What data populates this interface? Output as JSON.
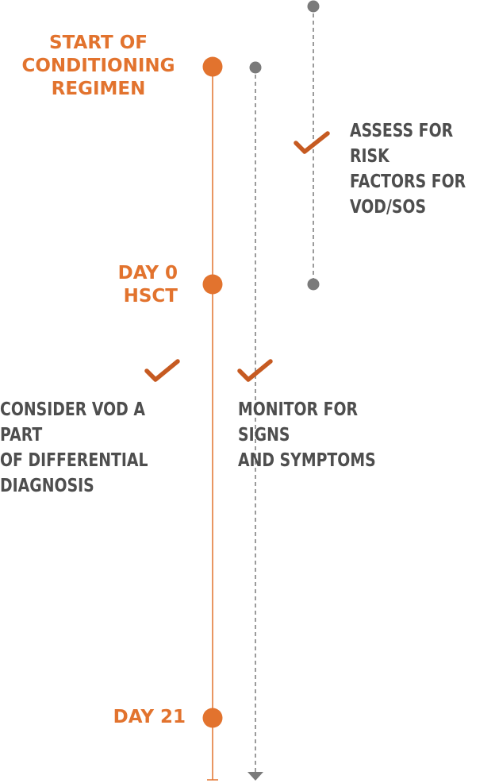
{
  "colors": {
    "accent": "#E2732E",
    "dark": "#4E4E4E",
    "dot_gray": "#7A7A7A"
  },
  "milestones": [
    {
      "label": "START OF\nCONDITIONING\nREGIMEN"
    },
    {
      "label": "DAY 0\nHSCT"
    },
    {
      "label": "DAY 21"
    }
  ],
  "actions": [
    {
      "label": "ASSESS FOR RISK\nFACTORS FOR\nVOD/SOS",
      "icon": "check-icon"
    },
    {
      "label": "CONSIDER VOD A PART\nOF DIFFERENTIAL\nDIAGNOSIS",
      "icon": "check-icon"
    },
    {
      "label": "MONITOR FOR SIGNS\nAND SYMPTOMS",
      "icon": "check-icon"
    }
  ]
}
